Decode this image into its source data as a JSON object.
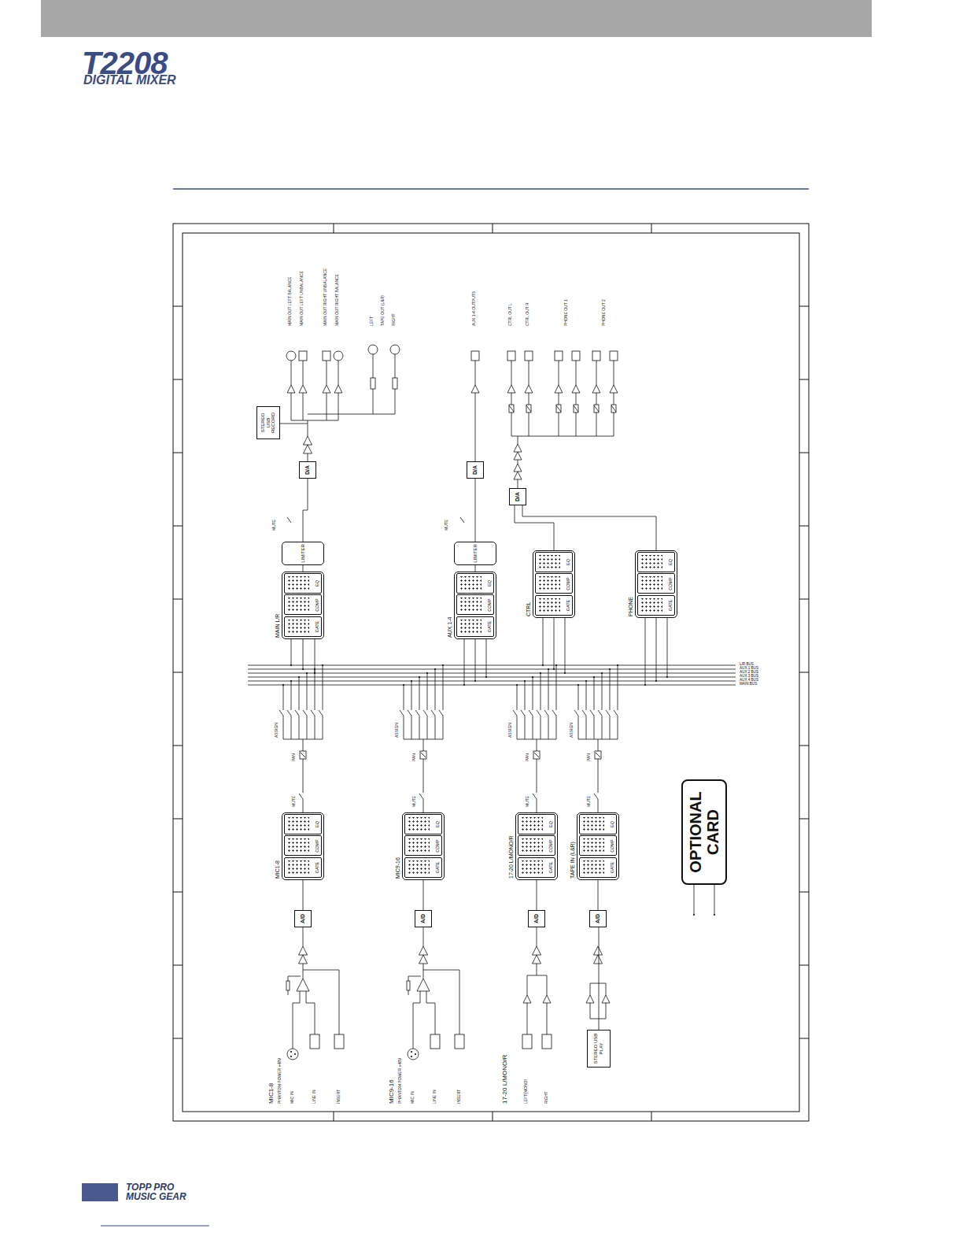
{
  "diagram": {
    "nodes": [
      {
        "text": [
          "MIC1-8"
        ]
      },
      {
        "text": [
          "GATE"
        ],
        "in": 0
      },
      {
        "text": [
          "COMP"
        ],
        "in": 0
      },
      {
        "text": [
          "EQ"
        ],
        "in": 0
      },
      {
        "text": [
          "MIC9-16"
        ]
      },
      {
        "text": [
          "GATE"
        ],
        "in": 4
      },
      {
        "text": [
          "COMP"
        ],
        "in": 4
      },
      {
        "text": [
          "EQ"
        ],
        "in": 4
      },
      {
        "text": [
          "17-20 L/MONO/R"
        ]
      },
      {
        "text": [
          "GATE"
        ],
        "in": 8
      },
      {
        "text": [
          "COMP"
        ],
        "in": 8
      },
      {
        "text": [
          "EQ"
        ],
        "in": 8
      },
      {
        "text": [
          "TAPE IN (L&R)"
        ]
      },
      {
        "text": [
          "GATE"
        ],
        "in": 12
      },
      {
        "text": [
          "COMP"
        ],
        "in": 12
      },
      {
        "text": [
          "EQ"
        ],
        "in": 12
      },
      {
        "text": [
          "MAIN L/R"
        ]
      },
      {
        "text": [
          "GATE"
        ],
        "in": 16
      },
      {
        "text": [
          "COMP"
        ],
        "in": 16
      },
      {
        "text": [
          "EQ"
        ],
        "in": 16
      },
      {
        "text": [
          "AUX 1-4"
        ]
      },
      {
        "text": [
          "GATE"
        ],
        "in": 20
      },
      {
        "text": [
          "COMP"
        ],
        "in": 20
      },
      {
        "text": [
          "EQ"
        ],
        "in": 20
      },
      {
        "text": [
          "CTRL"
        ]
      },
      {
        "text": [
          "GATE"
        ],
        "in": 24
      },
      {
        "text": [
          "COMP"
        ],
        "in": 24
      },
      {
        "text": [
          "EQ"
        ],
        "in": 24
      },
      {
        "text": [
          "PHONE"
        ]
      },
      {
        "text": [
          "GATE"
        ],
        "in": 28
      },
      {
        "text": [
          "COMP"
        ],
        "in": 28
      },
      {
        "text": [
          "EQ"
        ],
        "in": 28
      },
      {
        "text": [
          "A/D"
        ]
      },
      {
        "text": [
          "A/D"
        ]
      },
      {
        "text": [
          "A/D"
        ]
      },
      {
        "text": [
          "A/D"
        ]
      },
      {
        "text": [
          "LIMITER"
        ]
      },
      {
        "text": [
          "LIMITER"
        ]
      },
      {
        "text": [
          "D/A"
        ]
      },
      {
        "text": [
          "D/A"
        ]
      },
      {
        "text": [
          "D/A"
        ]
      },
      {
        "text": [
          "STEREO USB RECORD"
        ]
      },
      {
        "text": [
          "STEREO USB PLAY"
        ]
      },
      {
        "text": [
          "OPTIONAL CARD"
        ]
      }
    ],
    "edges": [
      {
        "from": 32,
        "to": 0,
        "arrow": "none"
      },
      {
        "from": 33,
        "to": 4,
        "arrow": "none"
      },
      {
        "from": 34,
        "to": 8,
        "arrow": "none"
      },
      {
        "from": 35,
        "to": 12,
        "arrow": "none"
      },
      {
        "from": 16,
        "to": 36,
        "arrow": "none"
      },
      {
        "from": 36,
        "to": 38,
        "arrow": "none"
      },
      {
        "from": 20,
        "to": 37,
        "arrow": "none"
      },
      {
        "from": 37,
        "to": 39,
        "arrow": "none"
      },
      {
        "from": 42,
        "to": 35,
        "arrow": "none"
      }
    ],
    "labels": [
      "T2208",
      "DIGITAL MIXER",
      "TOPP PRO",
      "MUSIC GEAR",
      "MIC1-8",
      "PHANTOM POWER +48V",
      "MIC IN",
      "LINE IN",
      "INSERT",
      "MIC9-16",
      "PHANTOM POWER +48V",
      "MIC IN",
      "LINE IN",
      "INSERT",
      "17-20 L/MONO/R",
      "LEFT(MONO)",
      "RIGHT",
      "MUTE",
      "PAN",
      "ASSIGN",
      "MUTE",
      "PAN",
      "ASSIGN",
      "MUTE",
      "PAN",
      "ASSIGN",
      "MUTE",
      "PAN",
      "ASSIGN",
      "MUTE",
      "MUTE",
      "MAIN OUT LEFT BALANCE",
      "MAIN OUT LEFT UNBALANCE",
      "MAIN OUT RIGHT UNBALANCE",
      "MAIN OUT RIGHT BALANCE",
      "LEFT",
      "TAPE OUT (L&R)",
      "RIGHT",
      "AUX 1-4 OUTPUTS",
      "CTRL OUT L",
      "CTRL OUT R",
      "PHONE OUT 1",
      "PHONE OUT 2",
      "L/R BUS",
      "AUX 1 BUS",
      "AUX 2 BUS",
      "AUX 3 BUS",
      "AUX 4 BUS",
      "MAIN BUS"
    ]
  }
}
